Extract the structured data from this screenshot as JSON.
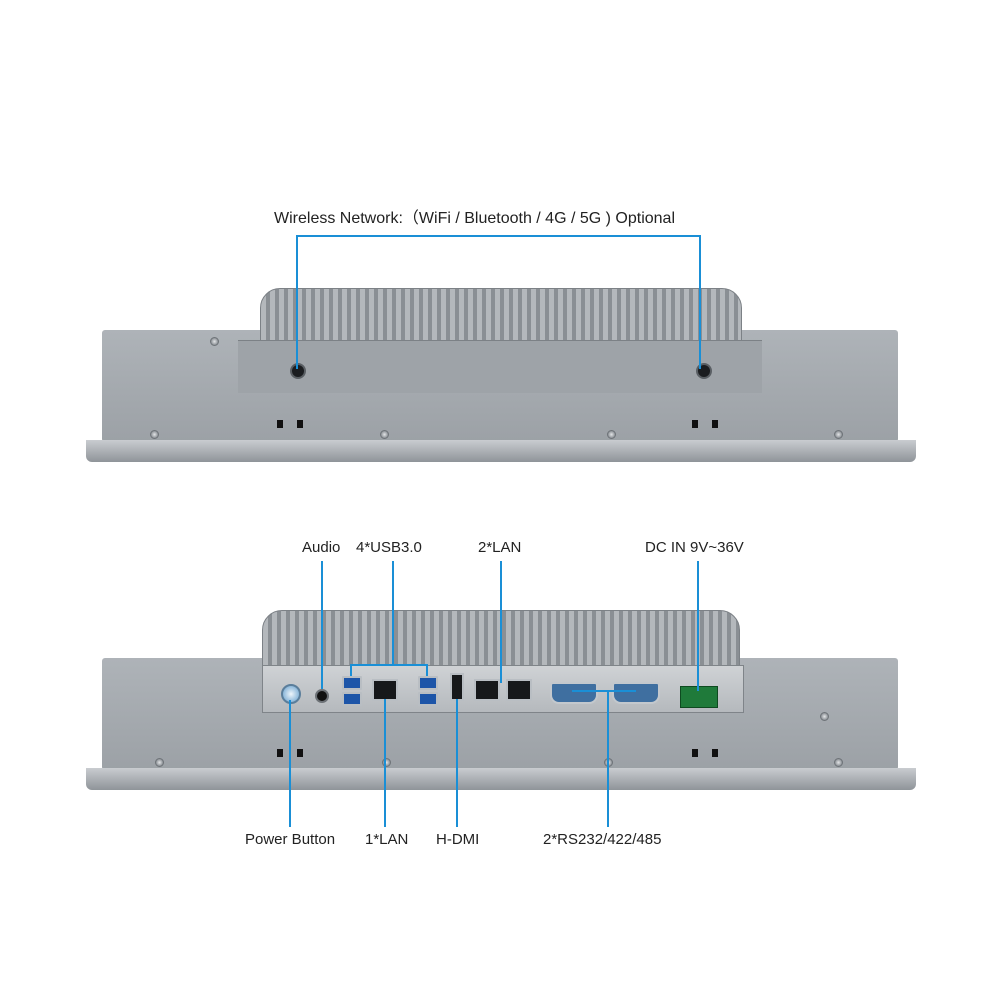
{
  "labels": {
    "wireless": "Wireless Network:（WiFi / Bluetooth / 4G / 5G ) Optional",
    "audio": "Audio",
    "usb": "4*USB3.0",
    "lan2": "2*LAN",
    "dc_in": "DC IN 9V~36V",
    "power_button": "Power Button",
    "lan1": "1*LAN",
    "hdmi": "H-DMI",
    "serial": "2*RS232/422/485"
  },
  "colors": {
    "callout_line": "#1a8fd6",
    "chassis": "#a4a9ae",
    "usb_port": "#1d55a8",
    "serial_port": "#3f6fa0",
    "dc_terminal": "#1f7a3a"
  },
  "icons": {
    "power": "power-button-icon",
    "audio": "audio-jack-icon"
  }
}
